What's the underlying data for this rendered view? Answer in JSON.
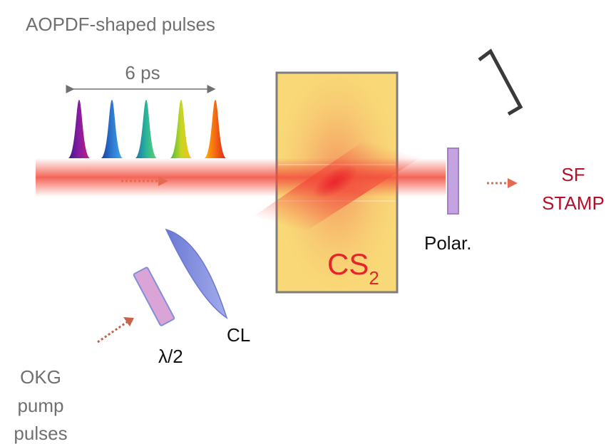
{
  "title": "AOPDF-shaped pulses",
  "delay_label": "6 ps",
  "crystal": {
    "main": "CS",
    "subscript": "2"
  },
  "output": {
    "line1": "SF",
    "line2": "STAMP"
  },
  "polarizer_label": "Polar.",
  "lens_label": "CL",
  "waveplate_label": "λ/2",
  "pump_label": {
    "line1": "OKG",
    "line2": "pump",
    "line3": "pulses"
  },
  "pulse_colors": [
    [
      "#3a1a8a",
      "#8a1ca0",
      "#c21f7a"
    ],
    [
      "#1a3fa0",
      "#2c78d0",
      "#43a8e6"
    ],
    [
      "#1f6fb0",
      "#29b59a",
      "#62d16a"
    ],
    [
      "#49b843",
      "#c6d623",
      "#f4c21a"
    ],
    [
      "#ffb000",
      "#f36a14",
      "#e2221b"
    ]
  ],
  "colors": {
    "beam": "#f24a3a",
    "crystal_fill": "#f9d977",
    "crystal_border": "#7d7d7d",
    "label_red": "#b5102a",
    "cs2_red": "#e5242c",
    "gray_text": "#707070",
    "lens": "#6b78d6",
    "waveplate": "#c38bd6",
    "polarizer": "#a67cc8",
    "mirror": "#3a3a3a"
  }
}
